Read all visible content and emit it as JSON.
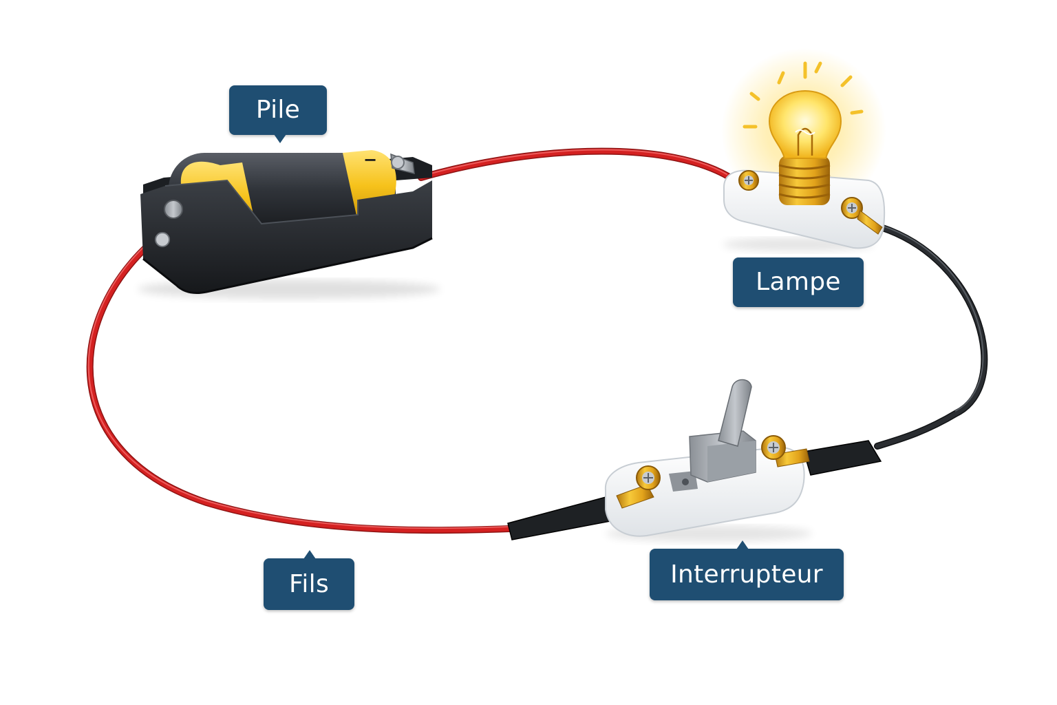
{
  "diagram": {
    "labels": {
      "battery": "Pile",
      "lamp": "Lampe",
      "wires": "Fils",
      "switch": "Interrupteur"
    },
    "battery_marks": {
      "positive": "+",
      "negative": "−"
    },
    "colors": {
      "label_background": "#1f4e72",
      "label_text": "#ffffff",
      "wire_red": "#d42121",
      "wire_black": "#2a2d31",
      "battery_yellow": "#f6c21b",
      "battery_body": "#2b2e33",
      "bulb_glow": "#ffd84a",
      "bulb_base_gold": "#e0a21c"
    },
    "icons": [
      "battery-icon",
      "light-bulb-icon",
      "toggle-switch-icon",
      "wire-icon"
    ]
  }
}
